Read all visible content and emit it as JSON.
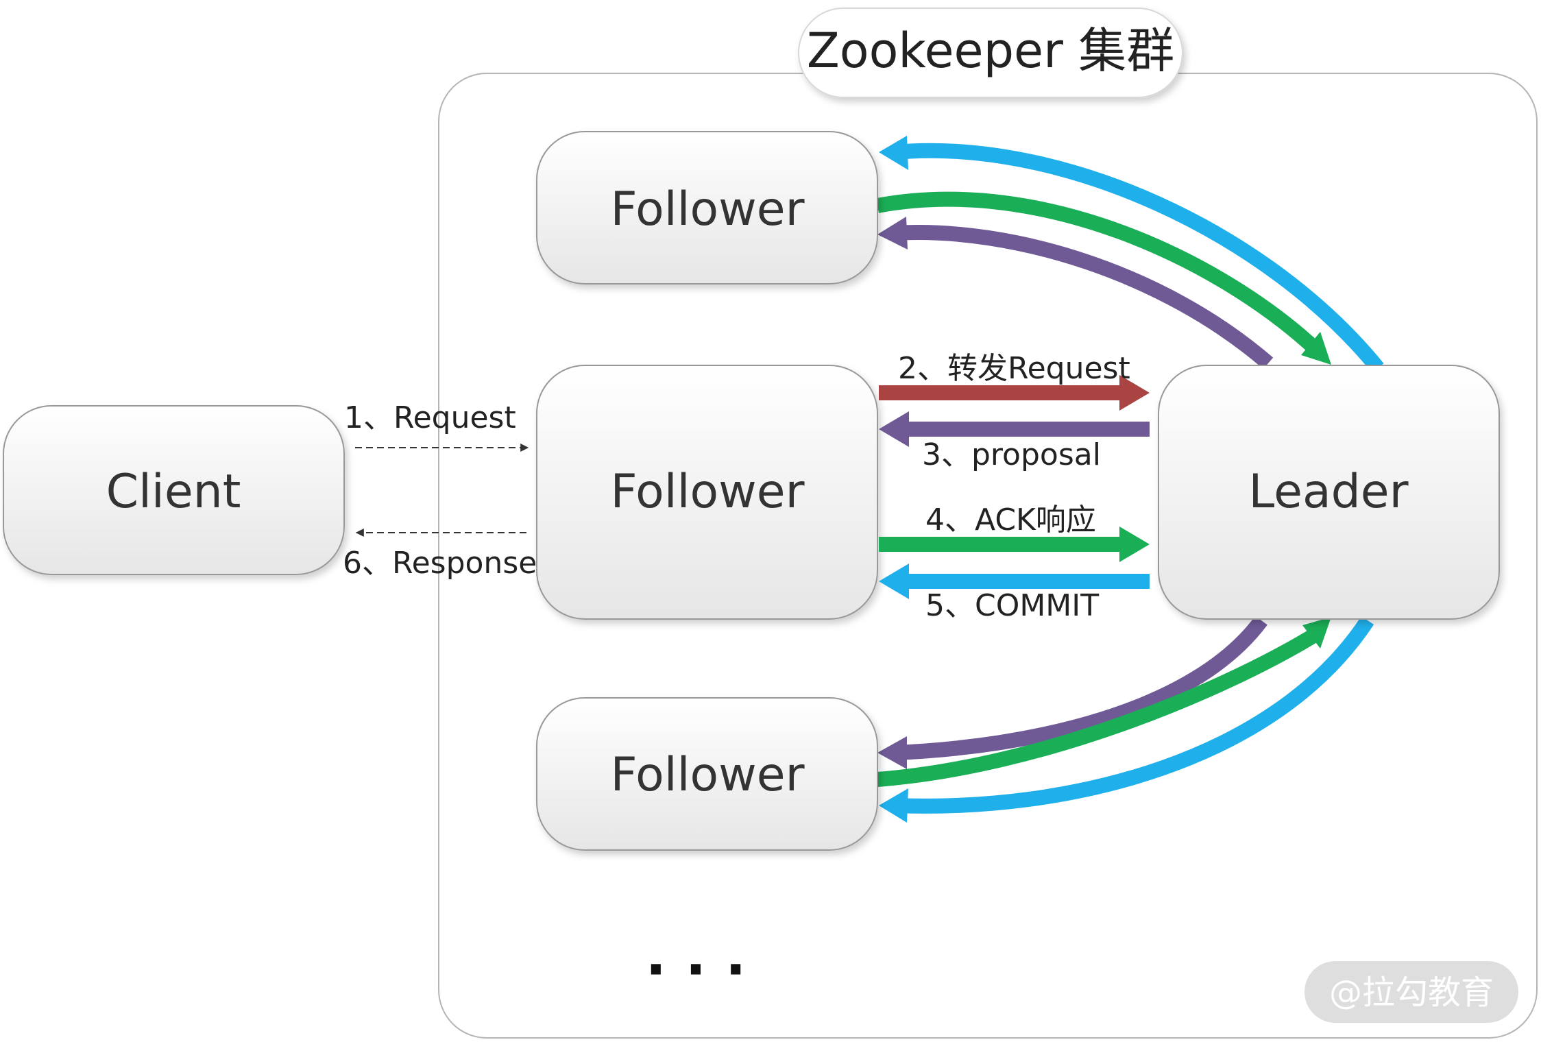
{
  "cluster": {
    "title": "Zookeeper 集群",
    "ellipsis": "· · ·"
  },
  "nodes": {
    "client": "Client",
    "follower_top": "Follower",
    "follower_mid": "Follower",
    "follower_bottom": "Follower",
    "leader": "Leader"
  },
  "edges": {
    "request": "1、Request",
    "response": "6、Response",
    "forward_request": "2、转发Request",
    "proposal": "3、proposal",
    "ack": "4、ACK响应",
    "commit": "5、COMMIT"
  },
  "watermark": "@拉勾教育",
  "colors": {
    "forward_request": "#a94442",
    "proposal": "#6f5a96",
    "ack": "#1aae56",
    "commit": "#1fb0ec",
    "node_border": "#999999",
    "node_fill_top": "#ffffff",
    "node_fill_bottom": "#e6e6e6",
    "dashed_arrow": "#333333"
  }
}
